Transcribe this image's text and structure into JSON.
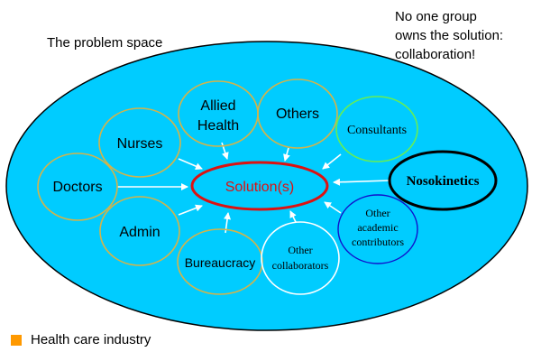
{
  "diagram": {
    "problem_space_label": "The problem space",
    "note_lines": [
      "No one group",
      "owns the solution:",
      "collaboration!"
    ],
    "solution_label": "Solution(s)",
    "nodes": {
      "doctors": "Doctors",
      "nurses": "Nurses",
      "allied_line1": "Allied",
      "allied_line2": "Health",
      "others": "Others",
      "consultants": "Consultants",
      "admin": "Admin",
      "bureaucracy": "Bureaucracy",
      "other_collab_line1": "Other",
      "other_collab_line2": "collaborators",
      "nosokinetics": "Nosokinetics",
      "other_acad_line1": "Other",
      "other_acad_line2": "academic",
      "other_acad_line3": "contributors"
    }
  },
  "legend": {
    "label": "Health care industry",
    "swatch_color": "#ff9900"
  },
  "colors": {
    "space_fill": "#00ccff",
    "group_ring": "#d4b34a",
    "consultants_ring": "#66ee55",
    "solution_ring": "#dd1111",
    "nosokinetics_ring": "#000000",
    "academic_ring": "#1111cc",
    "collab_ring": "#ffffff"
  }
}
